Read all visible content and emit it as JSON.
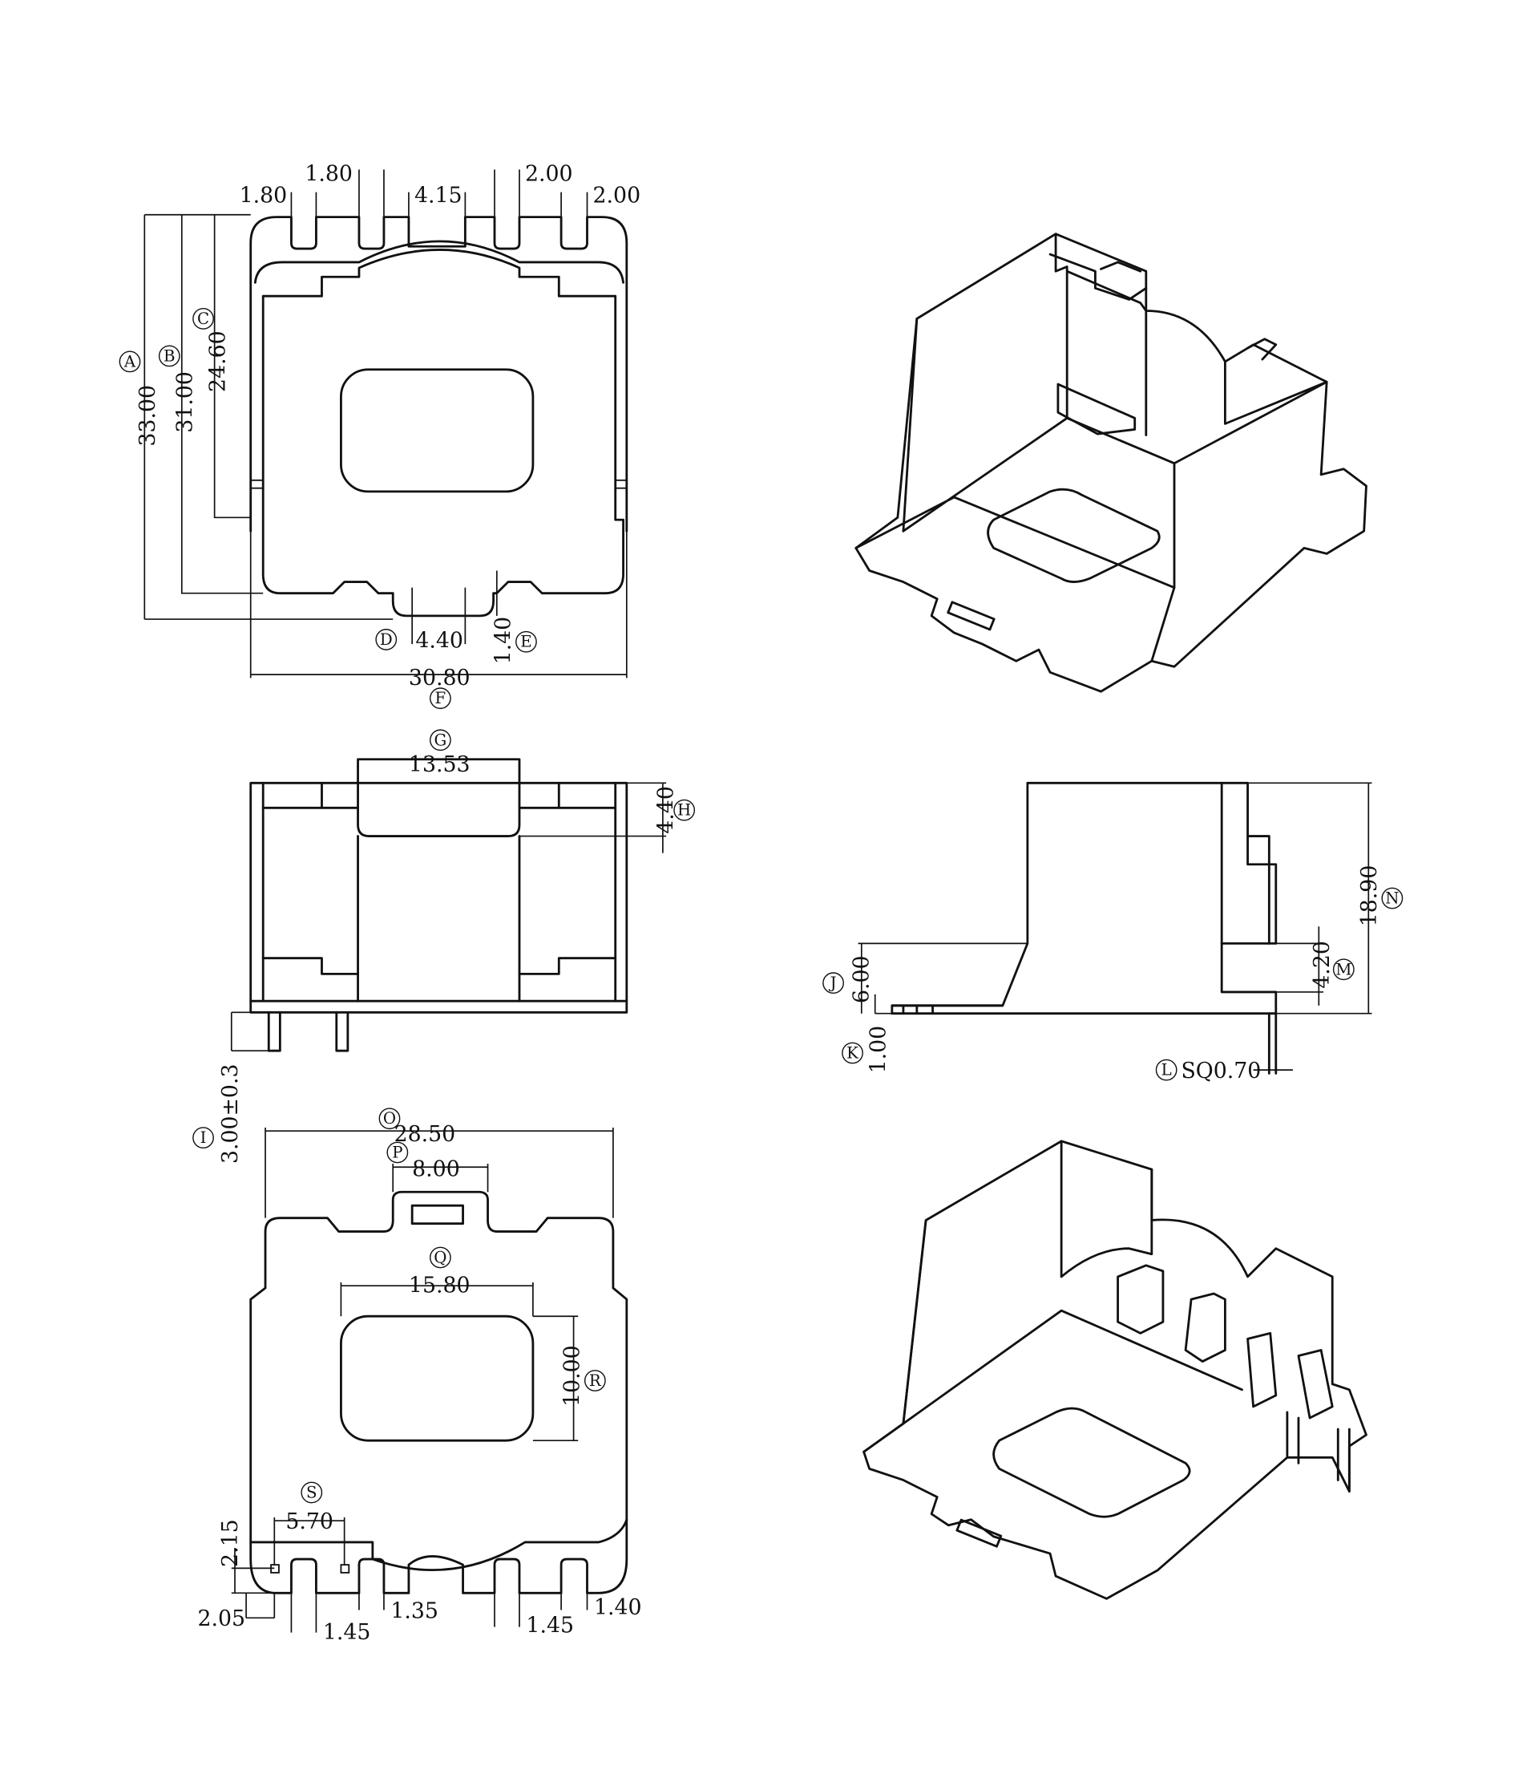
{
  "top_view": {
    "dims": {
      "slot1": "1.80",
      "slot2": "1.80",
      "gap": "4.15",
      "slot3": "2.00",
      "slot4": "2.00",
      "A": "33.00",
      "B": "31.00",
      "C": "24.60",
      "D": "4.40",
      "E": "1.40",
      "F": "30.80"
    },
    "markers": {
      "A": "A",
      "B": "B",
      "C": "C",
      "D": "D",
      "E": "E",
      "F": "F"
    }
  },
  "front_view": {
    "dims": {
      "G": "13.53",
      "H": "4.40",
      "I": "3.00±0.3"
    },
    "markers": {
      "G": "G",
      "H": "H",
      "I": "I"
    }
  },
  "side_view": {
    "dims": {
      "J": "6.00",
      "K": "1.00",
      "L": "SQ0.70",
      "M": "4.20",
      "N": "18.90"
    },
    "markers": {
      "J": "J",
      "K": "K",
      "L": "L",
      "M": "M",
      "N": "N"
    }
  },
  "bottom_view": {
    "dims": {
      "O": "28.50",
      "P": "8.00",
      "Q": "15.80",
      "R": "10.00",
      "S": "5.70",
      "h215": "2.15",
      "w205": "2.05",
      "p145a": "1.45",
      "p135": "1.35",
      "p145b": "1.45",
      "p140": "1.40"
    },
    "markers": {
      "O": "O",
      "P": "P",
      "Q": "Q",
      "R": "R",
      "S": "S"
    }
  }
}
